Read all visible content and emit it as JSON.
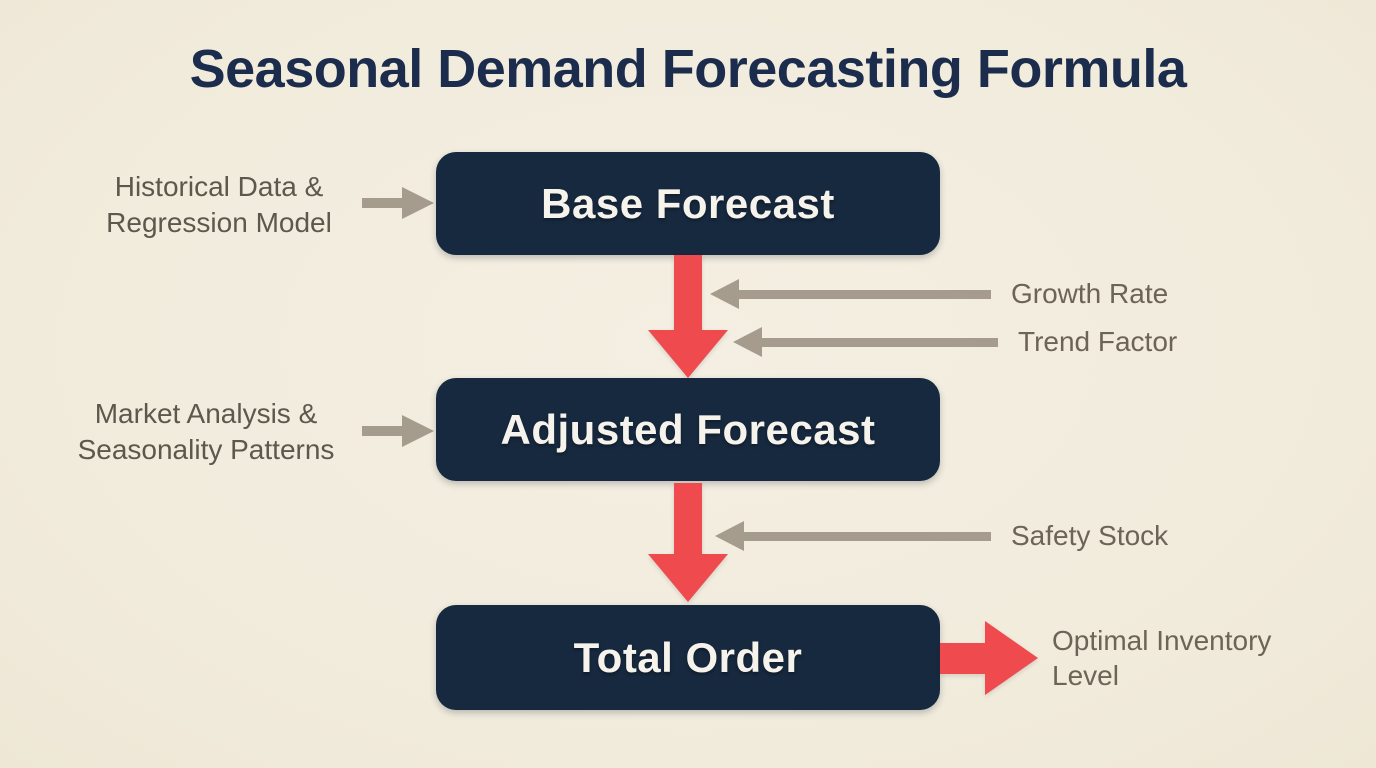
{
  "title": "Seasonal Demand Forecasting Formula",
  "colors": {
    "background": "#F2ECDF",
    "box_fill": "#17293F",
    "box_text": "#F6F3EC",
    "accent_red": "#EF4A4D",
    "arrow_gray": "#A59C8E",
    "left_label_text": "#5E574C",
    "factor_label_text": "#6B6457",
    "title_text": "#1C2C4C"
  },
  "boxes": [
    {
      "label": "Base Forecast"
    },
    {
      "label": "Adjusted Forecast"
    },
    {
      "label": "Total Order"
    }
  ],
  "left_inputs": [
    {
      "line1": "Historical Data &",
      "line2": "Regression Model"
    },
    {
      "line1": "Market Analysis &",
      "line2": "Seasonality Patterns"
    }
  ],
  "side_factors": [
    {
      "label": "Growth Rate"
    },
    {
      "label": "Trend Factor"
    },
    {
      "label": "Safety Stock"
    }
  ],
  "output": {
    "line1": "Optimal Inventory",
    "line2": "Level"
  }
}
